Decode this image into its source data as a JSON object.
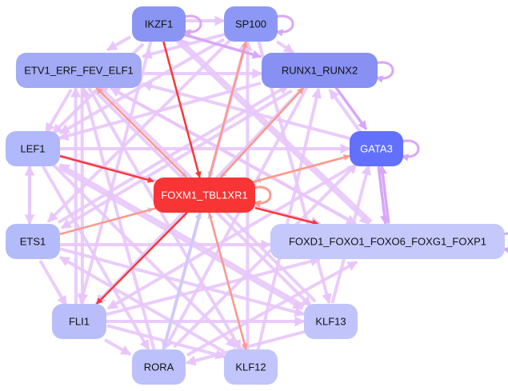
{
  "colors": {
    "regulation": "#e8c6fb",
    "regulation_strong": "#d9a6f8",
    "to_hub": "#c6cdf7",
    "red": "#f83838",
    "salmon": "#fb9a8a"
  },
  "nodes": [
    {
      "id": "IKZF1",
      "label": "IKZF1",
      "fill": "#8a95f3",
      "text": "#111"
    },
    {
      "id": "SP100",
      "label": "SP100",
      "fill": "#8d98f6",
      "text": "#111"
    },
    {
      "id": "ETV1",
      "label": "ETV1_ERF_FEV_ELF1",
      "fill": "#a3aaf6",
      "text": "#111"
    },
    {
      "id": "RUNX1",
      "label": "RUNX1_RUNX2",
      "fill": "#8890f4",
      "text": "#111"
    },
    {
      "id": "LEF1",
      "label": "LEF1",
      "fill": "#b1b8fb",
      "text": "#111"
    },
    {
      "id": "GATA3",
      "label": "GATA3",
      "fill": "#6270fb",
      "text": "#fff"
    },
    {
      "id": "FOXM1",
      "label": "FOXM1_TBL1XR1",
      "fill": "#f83434",
      "text": "#fff"
    },
    {
      "id": "ETS1",
      "label": "ETS1",
      "fill": "#b4bbfa",
      "text": "#111"
    },
    {
      "id": "FOXD1",
      "label": "FOXD1_FOXO1_FOXO6_FOXG1_FOXP1",
      "fill": "#c5c8fb",
      "text": "#111"
    },
    {
      "id": "FLI1",
      "label": "FLI1",
      "fill": "#b9befb",
      "text": "#111"
    },
    {
      "id": "KLF13",
      "label": "KLF13",
      "fill": "#c0c4fb",
      "text": "#111"
    },
    {
      "id": "RORA",
      "label": "RORA",
      "fill": "#bcc1fb",
      "text": "#111"
    },
    {
      "id": "KLF12",
      "label": "KLF12",
      "fill": "#c1c5fb",
      "text": "#111"
    }
  ],
  "edges": [
    [
      "IKZF1",
      "FOXM1",
      "red"
    ],
    [
      "SP100",
      "FOXM1",
      "to_hub"
    ],
    [
      "FOXM1",
      "SP100",
      "salmon"
    ],
    [
      "FOXM1",
      "RUNX1",
      "salmon"
    ],
    [
      "RUNX1",
      "FOXM1",
      "to_hub"
    ],
    [
      "FOXM1",
      "ETV1",
      "salmon"
    ],
    [
      "ETV1",
      "FOXM1",
      "to_hub"
    ],
    [
      "LEF1",
      "FOXM1",
      "red"
    ],
    [
      "FOXM1",
      "GATA3",
      "salmon"
    ],
    [
      "GATA3",
      "FOXM1",
      "to_hub"
    ],
    [
      "FOXM1",
      "FOXD1",
      "red"
    ],
    [
      "FOXM1",
      "FLI1",
      "red"
    ],
    [
      "FOXM1",
      "KLF12",
      "salmon"
    ],
    [
      "KLF12",
      "FOXM1",
      "to_hub"
    ],
    [
      "RORA",
      "FOXM1",
      "to_hub"
    ],
    [
      "ETS1",
      "GATA3",
      "salmon"
    ],
    [
      "ETS1",
      "FOXM1",
      "to_hub"
    ],
    [
      "FLI1",
      "FOXM1",
      "to_hub"
    ],
    [
      "IKZF1",
      "SP100",
      "regulation"
    ],
    [
      "IKZF1",
      "RUNX1",
      "regulation_strong"
    ],
    [
      "SP100",
      "RUNX1",
      "regulation"
    ],
    [
      "IKZF1",
      "ETV1",
      "regulation"
    ],
    [
      "IKZF1",
      "LEF1",
      "regulation"
    ],
    [
      "IKZF1",
      "FOXD1",
      "regulation"
    ],
    [
      "IKZF1",
      "FLI1",
      "regulation"
    ],
    [
      "SP100",
      "ETV1",
      "regulation"
    ],
    [
      "SP100",
      "LEF1",
      "regulation"
    ],
    [
      "SP100",
      "ETS1",
      "regulation"
    ],
    [
      "SP100",
      "KLF13",
      "regulation"
    ],
    [
      "SP100",
      "RORA",
      "regulation"
    ],
    [
      "ETV1",
      "RUNX1",
      "regulation"
    ],
    [
      "ETV1",
      "LEF1",
      "regulation"
    ],
    [
      "ETV1",
      "FOXD1",
      "regulation"
    ],
    [
      "ETV1",
      "KLF13",
      "regulation"
    ],
    [
      "ETV1",
      "FLI1",
      "regulation"
    ],
    [
      "ETV1",
      "KLF12",
      "regulation"
    ],
    [
      "RUNX1",
      "LEF1",
      "regulation"
    ],
    [
      "RUNX1",
      "ETS1",
      "regulation"
    ],
    [
      "RUNX1",
      "FLI1",
      "regulation"
    ],
    [
      "RUNX1",
      "RORA",
      "regulation"
    ],
    [
      "RUNX1",
      "GATA3",
      "regulation_strong"
    ],
    [
      "GATA3",
      "RUNX1",
      "regulation"
    ],
    [
      "GATA3",
      "FOXD1",
      "regulation_strong"
    ],
    [
      "FOXD1",
      "GATA3",
      "regulation_strong"
    ],
    [
      "LEF1",
      "GATA3",
      "regulation"
    ],
    [
      "LEF1",
      "ETS1",
      "regulation"
    ],
    [
      "ETS1",
      "LEF1",
      "regulation"
    ],
    [
      "LEF1",
      "FOXD1",
      "regulation"
    ],
    [
      "LEF1",
      "KLF13",
      "regulation"
    ],
    [
      "LEF1",
      "KLF12",
      "regulation"
    ],
    [
      "LEF1",
      "RORA",
      "regulation"
    ],
    [
      "ETS1",
      "FOXD1",
      "regulation"
    ],
    [
      "ETS1",
      "RUNX1",
      "regulation"
    ],
    [
      "ETS1",
      "KLF13",
      "regulation"
    ],
    [
      "ETS1",
      "FLI1",
      "regulation"
    ],
    [
      "FLI1",
      "ETV1",
      "regulation"
    ],
    [
      "FLI1",
      "KLF13",
      "regulation"
    ],
    [
      "FLI1",
      "RORA",
      "regulation"
    ],
    [
      "FLI1",
      "KLF12",
      "regulation"
    ],
    [
      "FLI1",
      "FOXD1",
      "regulation"
    ],
    [
      "KLF13",
      "ETV1",
      "regulation"
    ],
    [
      "KLF13",
      "RORA",
      "regulation"
    ],
    [
      "KLF13",
      "LEF1",
      "regulation"
    ],
    [
      "KLF12",
      "RUNX1",
      "regulation"
    ],
    [
      "KLF12",
      "SP100",
      "regulation"
    ],
    [
      "RORA",
      "ETV1",
      "regulation"
    ],
    [
      "RORA",
      "FOXD1",
      "regulation"
    ],
    [
      "RORA",
      "GATA3",
      "regulation"
    ],
    [
      "KLF12",
      "ETS1",
      "regulation"
    ],
    [
      "GATA3",
      "ETV1",
      "regulation"
    ],
    [
      "GATA3",
      "FLI1",
      "regulation"
    ],
    [
      "FOXD1",
      "ETV1",
      "regulation"
    ],
    [
      "FOXD1",
      "IKZF1",
      "regulation"
    ],
    [
      "KLF13",
      "GATA3",
      "regulation"
    ],
    [
      "RORA",
      "SP100",
      "regulation"
    ]
  ],
  "self_loops": [
    "SP100",
    "RUNX1",
    "GATA3",
    "FOXD1",
    "IKZF1",
    "FOXM1"
  ]
}
